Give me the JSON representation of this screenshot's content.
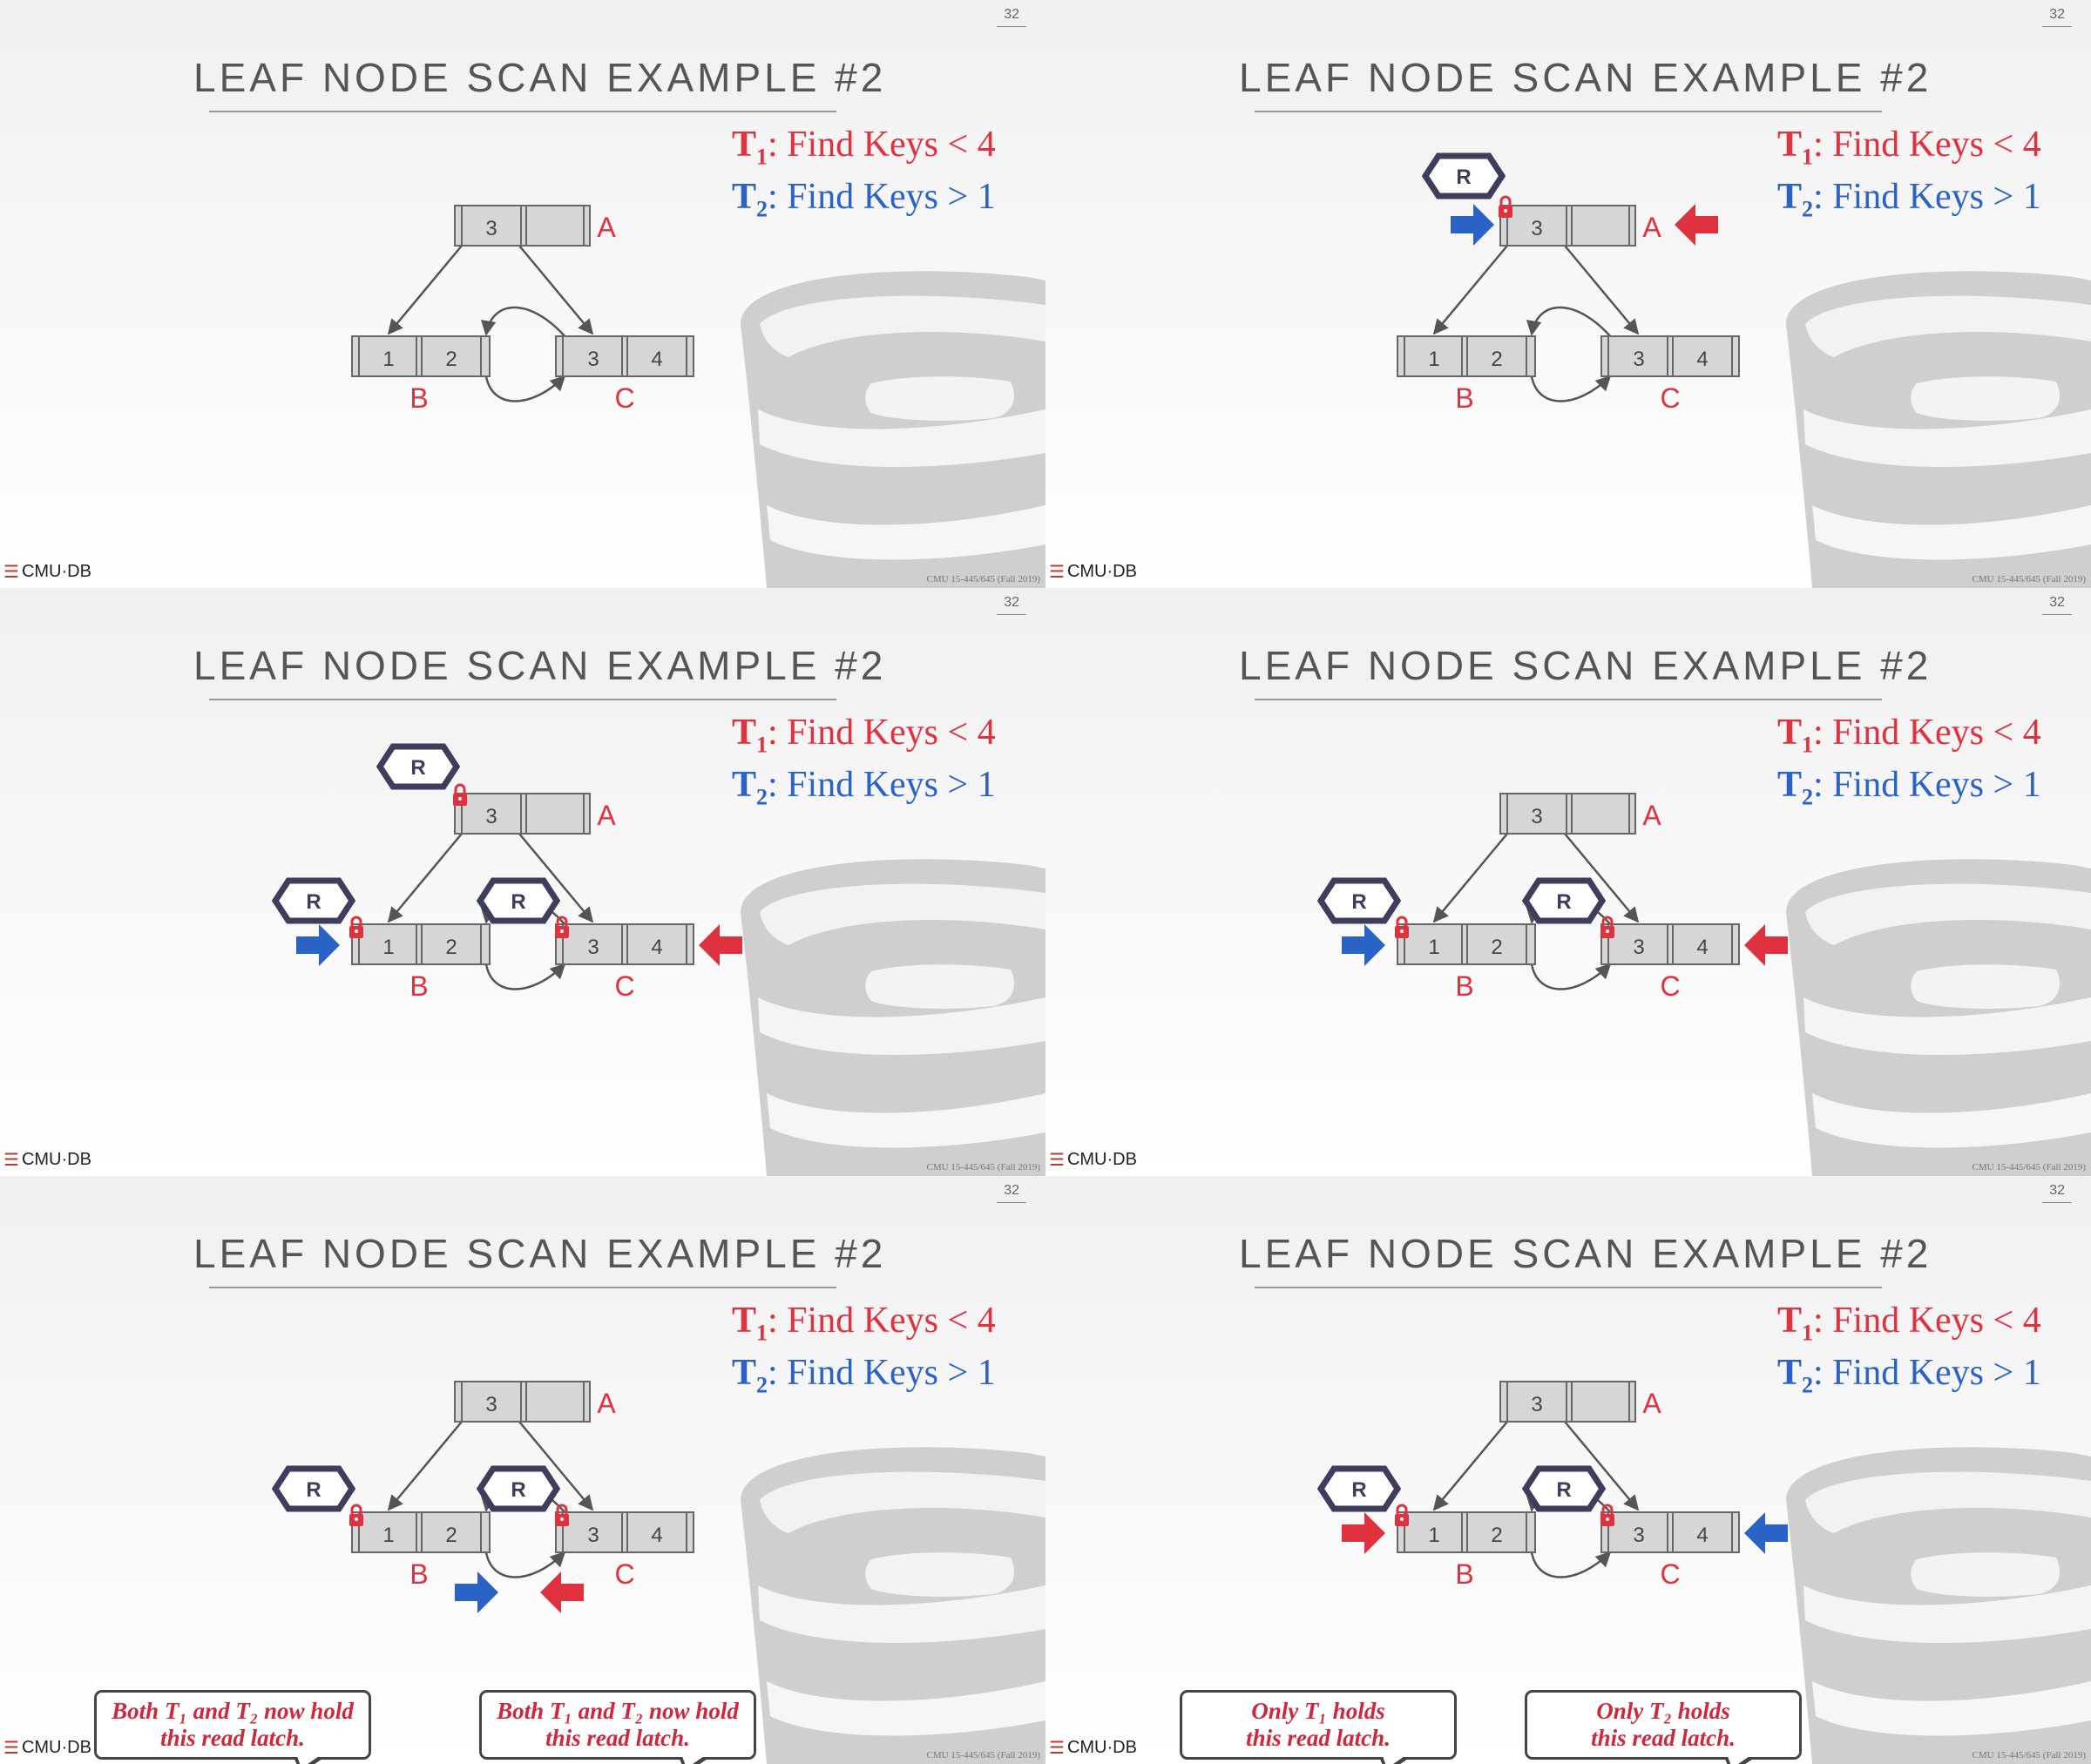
{
  "page_number": "32",
  "title": "LEAF NODE SCAN EXAMPLE #2",
  "task1": {
    "name": "T",
    "sub": "1",
    "text": ": Find Keys < 4"
  },
  "task2": {
    "name": "T",
    "sub": "2",
    "text": ": Find Keys > 1"
  },
  "logo_text": "CMU·DB",
  "footer": "CMU 15-445/645 (Fall 2019)",
  "node_labels": {
    "a": "A",
    "b": "B",
    "c": "C"
  },
  "keys": {
    "root": "3",
    "b1": "1",
    "b2": "2",
    "c1": "3",
    "c2": "4"
  },
  "latch_label": "R",
  "colors": {
    "t1": "#e0313f",
    "t2": "#2a62c5",
    "title": "#555555"
  },
  "bubbles": {
    "both_line1": "Both T₁ and T₂ now hold",
    "both_line2": "this read latch.",
    "only1_line1": "Only T₁ holds",
    "only1_line2": "this read latch.",
    "only2_line1": "Only T₂ holds",
    "only2_line2": "this read latch."
  }
}
